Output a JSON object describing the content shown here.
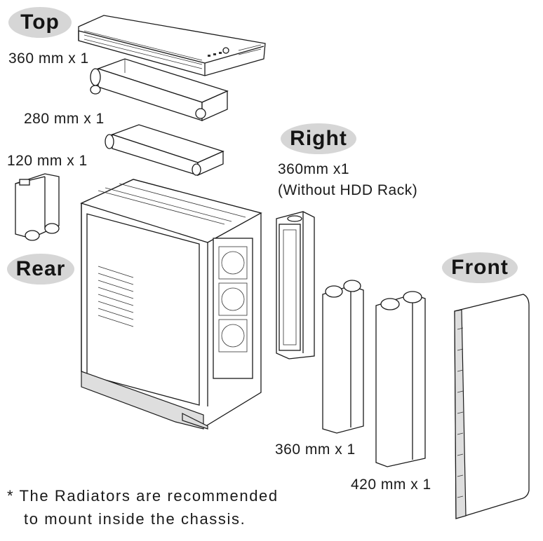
{
  "labels": {
    "top": "Top",
    "right": "Right",
    "rear": "Rear",
    "front": "Front"
  },
  "captions": {
    "top_360": "360 mm x 1",
    "top_280": "280 mm x 1",
    "top_120": "120 mm x 1",
    "right_360": "360mm x1",
    "right_note": "(Without HDD Rack)",
    "front_360": "360 mm x 1",
    "front_420": "420 mm x 1"
  },
  "footnote": {
    "line1": "* The Radiators are recommended",
    "line2": "to mount inside the chassis."
  },
  "colors": {
    "pill_fill": "#d6d6d6",
    "line": "#1a1a1a"
  }
}
